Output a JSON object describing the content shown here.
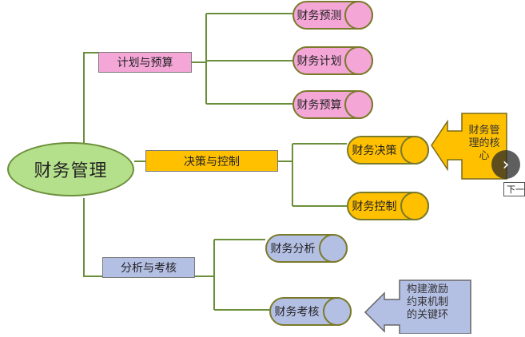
{
  "root": {
    "label": "财务管理"
  },
  "branches": [
    {
      "label": "计划与预算",
      "leaves": [
        "财务预测",
        "财务计划",
        "财务预算"
      ]
    },
    {
      "label": "决策与控制",
      "leaves": [
        "财务决策",
        "财务控制"
      ]
    },
    {
      "label": "分析与考核",
      "leaves": [
        "财务分析",
        "财务考核"
      ]
    }
  ],
  "callouts": [
    {
      "text": "财务管理的核心"
    },
    {
      "text": "构建激励约束机制的关键环"
    }
  ],
  "nav": {
    "next_icon": "chevron-right-icon",
    "next_tooltip": "下一"
  },
  "colors": {
    "pink": "#f4a6d7",
    "gold": "#ffc000",
    "lavender": "#b4bfe4",
    "green": "#b5e08b",
    "line": "#6b8e3a"
  }
}
